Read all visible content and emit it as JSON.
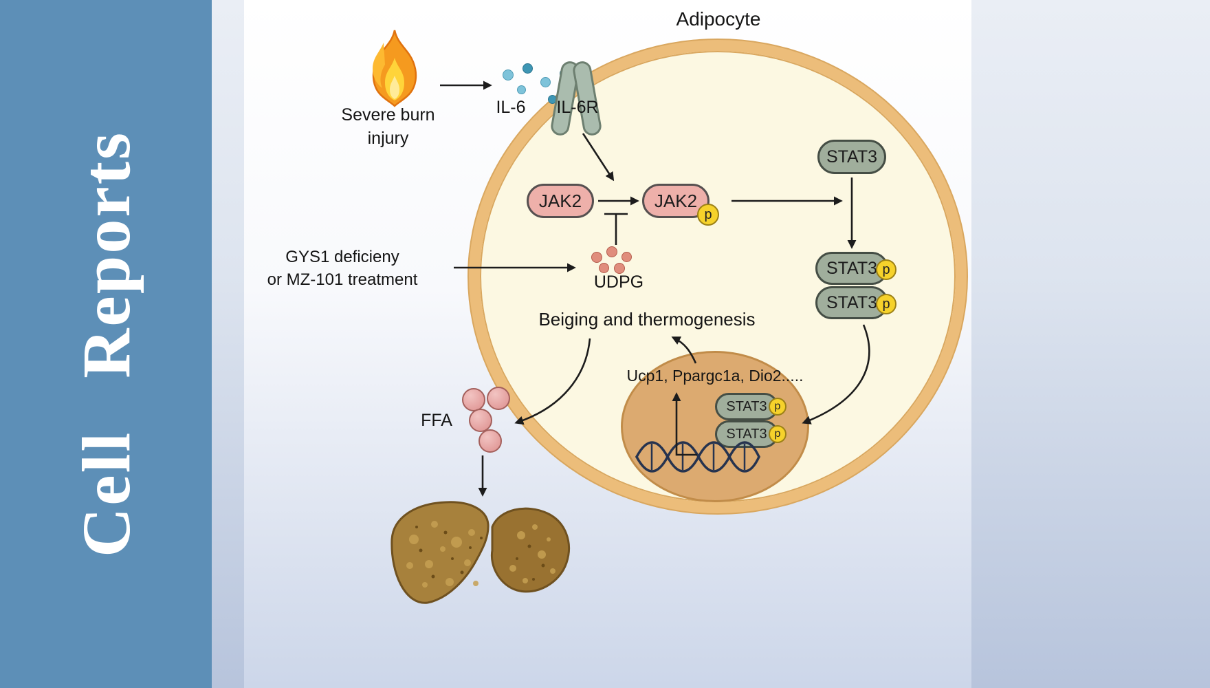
{
  "sidebar": {
    "journal_title": "Cell Reports"
  },
  "cell": {
    "title": "Adipocyte"
  },
  "stimulus": {
    "line1": "Severe burn",
    "line2": "injury"
  },
  "signaling": {
    "ligand": "IL-6",
    "receptor": "IL-6R",
    "kinase": "JAK2",
    "phospho": "p",
    "transcription_factor": "STAT3"
  },
  "intervention": {
    "line1": "GYS1 deficieny",
    "line2": "or MZ-101 treatment"
  },
  "metabolite": "UDPG",
  "outcome": "Beiging and thermogenesis",
  "target_genes": "Ucp1, Ppargc1a, Dio2.....",
  "lipid": "FFA",
  "colors": {
    "sidebar_blue": "#5d8fb7",
    "membrane_tan": "#ecbd7a",
    "cytoplasm_cream": "#fcf8e2",
    "nucleus_tan": "#dcaa70",
    "jak2_pink": "#eeb0aa",
    "stat3_green": "#a0ae9c",
    "phospho_yellow": "#f6d22b",
    "il6_blue": "#7ec3da",
    "udpg_salmon": "#e08d7c",
    "ffa_pink": "#e8a9a6",
    "liver_brown": "#a7813c"
  }
}
